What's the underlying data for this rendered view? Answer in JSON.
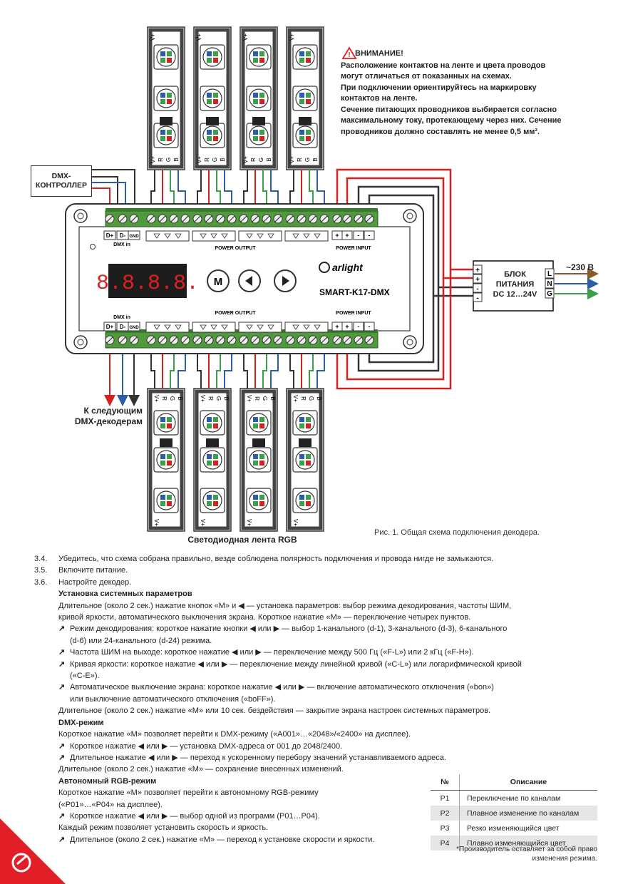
{
  "warning": {
    "title": "ВНИМАНИЕ!",
    "lines": [
      "Расположение контактов на ленте и цвета проводов",
      "могут отличаться от показанных на схемах.",
      "При подключении ориентируйтесь на маркировку",
      "контактов на ленте.",
      "Сечение питающих проводников выбирается согласно",
      "максимальному току, протекающему через них. Сечение",
      "проводников должно составлять не менее 0,5 мм²."
    ]
  },
  "controller": {
    "line1": "DMX-",
    "line2": "КОНТРОЛЛЕР"
  },
  "device": {
    "brand": "arlight",
    "model": "SMART-K17-DMX",
    "display": "8.8.8.8.",
    "buttons": [
      "M",
      "◀",
      "▶"
    ],
    "terminal_labels": [
      "D+",
      "D-",
      "GND"
    ],
    "dmx_in": "DMX in",
    "power_output": "POWER OUTPUT",
    "power_input": "POWER INPUT",
    "power_pins": [
      "+",
      "+",
      "-",
      "-"
    ]
  },
  "strip_pins": [
    "V+",
    "R",
    "G",
    "B"
  ],
  "psu": {
    "line1": "БЛОК",
    "line2": "ПИТАНИЯ",
    "line3": "DC 12…24V",
    "terminals": [
      "L",
      "N",
      "G"
    ],
    "inputs": [
      "+",
      "+",
      "-",
      "-"
    ]
  },
  "mains": "~230 В",
  "next_decoders": {
    "line1": "К следующим",
    "line2": "DMX-декодерам"
  },
  "strip_caption": "Светодиодная лента RGB",
  "figure_caption": "Рис. 1. Общая схема подключения декодера.",
  "colors": {
    "red": "#d32020",
    "green": "#3aa04a",
    "blue": "#2c5ea8",
    "brown": "#8a5a2b",
    "terminal": "#4f9a3a",
    "accent": "#e21e26"
  },
  "steps": [
    {
      "num": "3.4.",
      "text": "Убедитесь, что схема собрана правильно, везде соблюдена полярность подключения и провода нигде не замыкаются."
    },
    {
      "num": "3.5.",
      "text": "Включите питание."
    },
    {
      "num": "3.6.",
      "text": "Настройте декодер."
    }
  ],
  "sys": {
    "heading": "Установка системных параметров",
    "intro1": "Длительное (около 2 сек.) нажатие кнопок «M» и ◀ — установка параметров: выбор режима декодирования, частоты ШИМ,",
    "intro2": "кривой яркости, автоматического выключения экрана. Короткое нажатие «M» — переключение четырех пунктов.",
    "b1a": "Режим декодирования: короткое нажатие кнопки ◀ или ▶ — выбор 1-канального (d-1), 3-канального (d-3), 6-канального",
    "b1b": "(d-6) или 24-канального (d-24) режима.",
    "b2": "Частота ШИМ на выходе: короткое нажатие ◀ или ▶ — переключение между 500 Гц («F-L») или 2 кГц («F-H»).",
    "b3a": "Кривая яркости: короткое нажатие ◀ или ▶ — переключение между линейной кривой («C-L») или логарифмической кривой",
    "b3b": "(«C-E»).",
    "b4a": "Автоматическое выключение экрана: короткое нажатие ◀ или ▶ — включение автоматического отключения («bon»)",
    "b4b": "или выключение автоматического отключения («boFF»).",
    "outro": "Длительное (около 2 сек.) нажатие «M» или 10 сек. бездействия — закрытие экрана настроек системных параметров."
  },
  "dmx": {
    "heading": "DMX-режим",
    "intro": "Короткое нажатие «M» позволяет перейти к DMX-режиму («A001»…«2048»/«2400» на дисплее).",
    "b1": "Короткое нажатие ◀ или ▶ — установка DMX-адреса от 001 до 2048/2400.",
    "b2": "Длительное нажатие ◀ или ▶ — переход к ускоренному перебору значений устанавливаемого адреса.",
    "outro": "Длительное (около 2 сек.) нажатие «M» — сохранение внесенных изменений."
  },
  "rgb": {
    "heading": "Автономный RGB-режим",
    "intro1": "Короткое нажатие «M» позволяет перейти к автономному RGB-режиму",
    "intro2": "(«P01»…«P04» на дисплее).",
    "b1": "Короткое нажатие ◀ или ▶ — выбор одной из программ (P01…P04).",
    "line": "Каждый режим позволяет установить скорость и яркость.",
    "b2": "Длительное (около 2 сек.) нажатие «M» — переход к установке скорости и яркости."
  },
  "bullet_mark": "↗",
  "table": {
    "headers": [
      "№",
      "Описание"
    ],
    "rows": [
      [
        "P1",
        "Переключение по каналам"
      ],
      [
        "P2",
        "Плавное изменение по каналам"
      ],
      [
        "P3",
        "Резко изменяющийся цвет"
      ],
      [
        "P4",
        "Плавно изменяющийся цвет"
      ]
    ],
    "footnote": "*Производитель оставляет за собой право изменения режима."
  }
}
